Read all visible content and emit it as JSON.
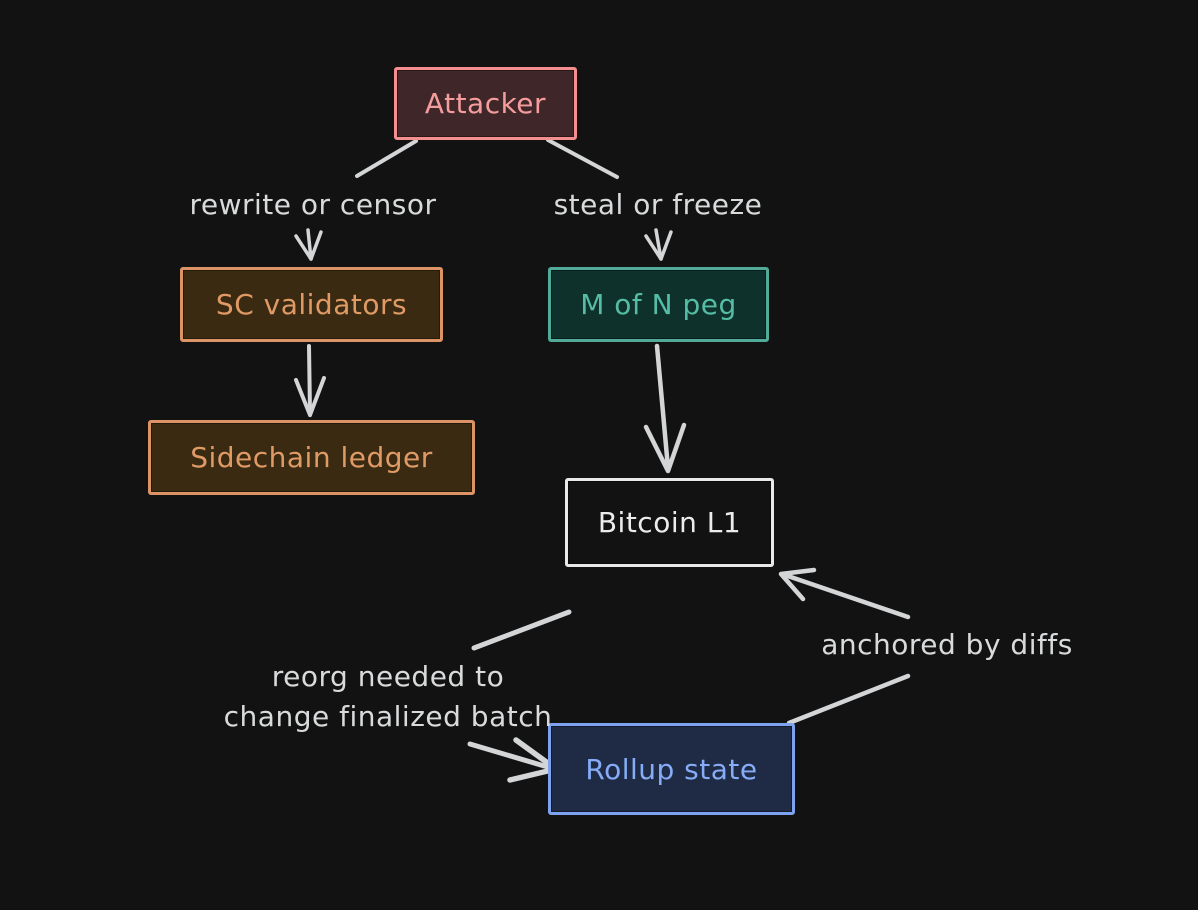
{
  "canvas": {
    "background": "#121212",
    "arrow_color": "#d3d5d6",
    "label_color": "#d8dadb"
  },
  "nodes": {
    "attacker": {
      "label": "Attacker",
      "stroke": "#f58e8e",
      "fill": "#3e2629",
      "text": "#f59c9c"
    },
    "sc_validators": {
      "label": "SC validators",
      "stroke": "#dc9467",
      "fill": "#3a2a12",
      "text": "#e09a66"
    },
    "sidechain_ledger": {
      "label": "Sidechain ledger",
      "stroke": "#dc9467",
      "fill": "#3a2a12",
      "text": "#e09a66"
    },
    "m_of_n_peg": {
      "label": "M of N peg",
      "stroke": "#51ab98",
      "fill": "#0f312b",
      "text": "#55bda5"
    },
    "bitcoin_l1": {
      "label": "Bitcoin L1",
      "stroke": "#e9e9e9",
      "fill": "transparent",
      "text": "#ececec"
    },
    "rollup_state": {
      "label": "Rollup state",
      "stroke": "#7da3f0",
      "fill": "#1f2b44",
      "text": "#86abf7"
    }
  },
  "edge_labels": {
    "rewrite_or_censor": "rewrite or censor",
    "steal_or_freeze": "steal or freeze",
    "reorg_line1": "reorg needed to",
    "reorg_line2": "change finalized batch",
    "anchored_by_diffs": "anchored by diffs"
  }
}
